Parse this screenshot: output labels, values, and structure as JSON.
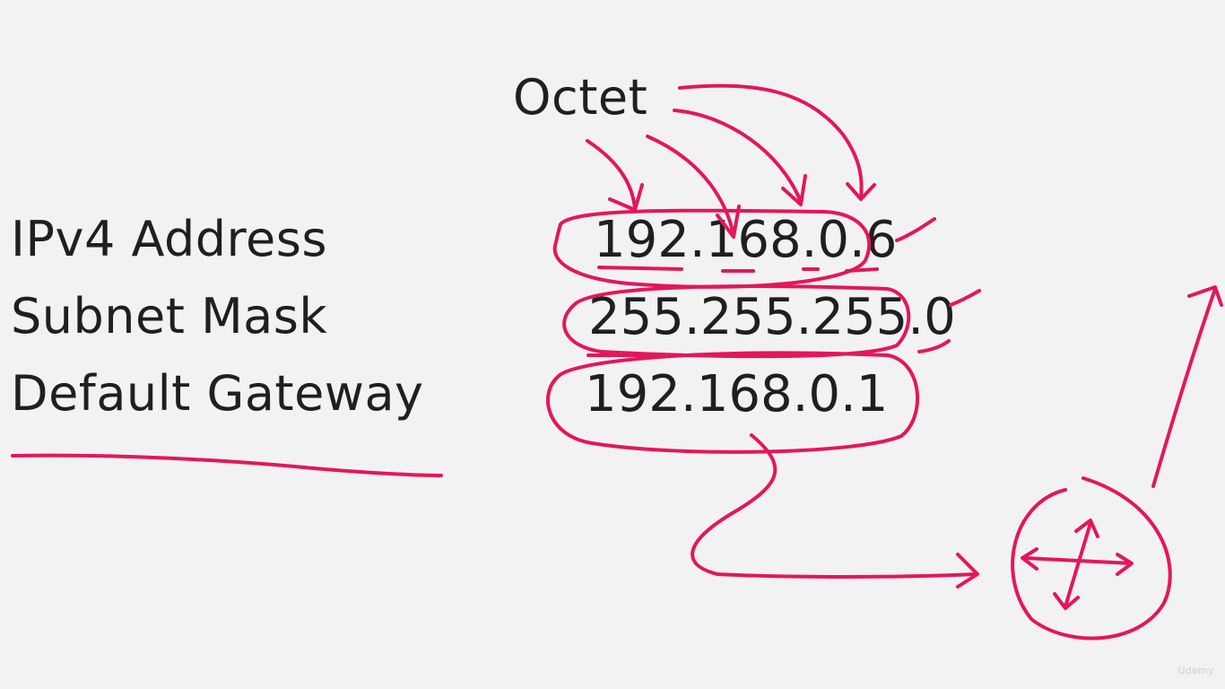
{
  "heading": "Octet",
  "rows": [
    {
      "label": "IPv4 Address",
      "value": "192.168.0.6"
    },
    {
      "label": "Subnet Mask",
      "value": "255.255.255.0"
    },
    {
      "label": "Default Gateway",
      "value": "192.168.0.1"
    }
  ],
  "watermark": "Udemy",
  "colors": {
    "background": "#f2f2f2",
    "text": "#1f1f1f",
    "annotation_ink": "#e3175b"
  },
  "icons": [
    "router-icon"
  ]
}
